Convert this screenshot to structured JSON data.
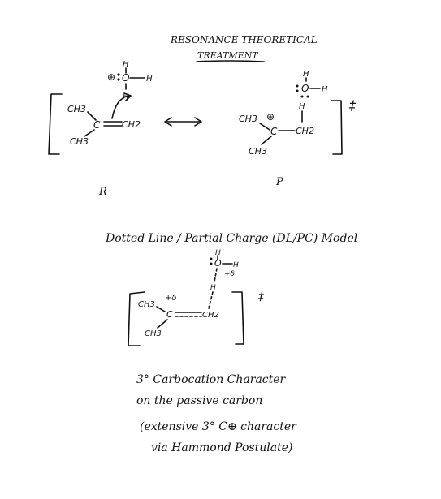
{
  "heading": {
    "line1": "RESONANCE THEORETICAL",
    "line2": "TREATMENT"
  },
  "resonance": {
    "left": {
      "o_label": "O",
      "h_top": "H",
      "h_right": "H",
      "h_bottom": "H",
      "charge_o": "⊕",
      "ch3_upper": "CH3",
      "ch3_lower": "CH3",
      "c_label": "C",
      "ch2_label": "CH2",
      "caption": "R"
    },
    "right": {
      "o_label": "O",
      "h_top": "H",
      "h_right": "H",
      "h_bottom": "H",
      "ch3_upper": "CH3",
      "ch3_lower": "CH3",
      "c_label": "C",
      "plus": "⊕",
      "ch2_label": "CH2",
      "caption": "P"
    },
    "ts_symbol": "‡"
  },
  "model": {
    "title": "Dotted Line / Partial Charge (DL/PC) Model",
    "o_label": "O",
    "o_charge": "+δ",
    "h_top": "H",
    "h_right": "H",
    "h_bottom": "H",
    "c_charge": "+δ",
    "ch3_upper": "CH3",
    "ch3_lower": "CH3",
    "c_label": "C",
    "ch2_label": "CH2",
    "ts_symbol": "‡"
  },
  "notes": {
    "line1": "3° Carbocation Character",
    "line2": "on the passive carbon",
    "line3": "(extensive 3° C⊕ character",
    "line4": "via Hammond Postulate)"
  }
}
